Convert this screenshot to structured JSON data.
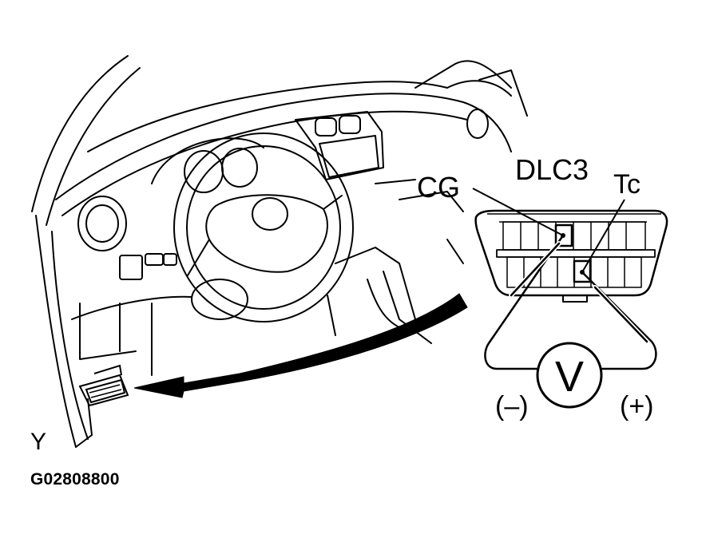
{
  "labels": {
    "connector": "DLC3",
    "cg": "CG",
    "tc": "Tc",
    "meter": "V",
    "minus": "(–)",
    "plus": "(+)",
    "view": "Y",
    "figure_code": "G02808800"
  },
  "colors": {
    "ink": "#000000",
    "paper": "#ffffff"
  }
}
